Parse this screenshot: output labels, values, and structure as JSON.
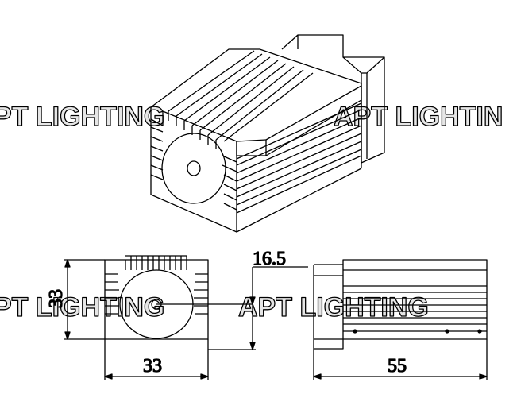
{
  "watermark": {
    "text_left": "PT LIGHTING",
    "text_right": "APT LIGHTIN",
    "text_bottom": "APT LIGHTING"
  },
  "dimensions": {
    "front_height": "33",
    "front_width": "33",
    "beam_offset": "16.5",
    "side_length": "55"
  },
  "colors": {
    "line": "#000000",
    "background": "#ffffff",
    "watermark": "#e6e6e6"
  }
}
